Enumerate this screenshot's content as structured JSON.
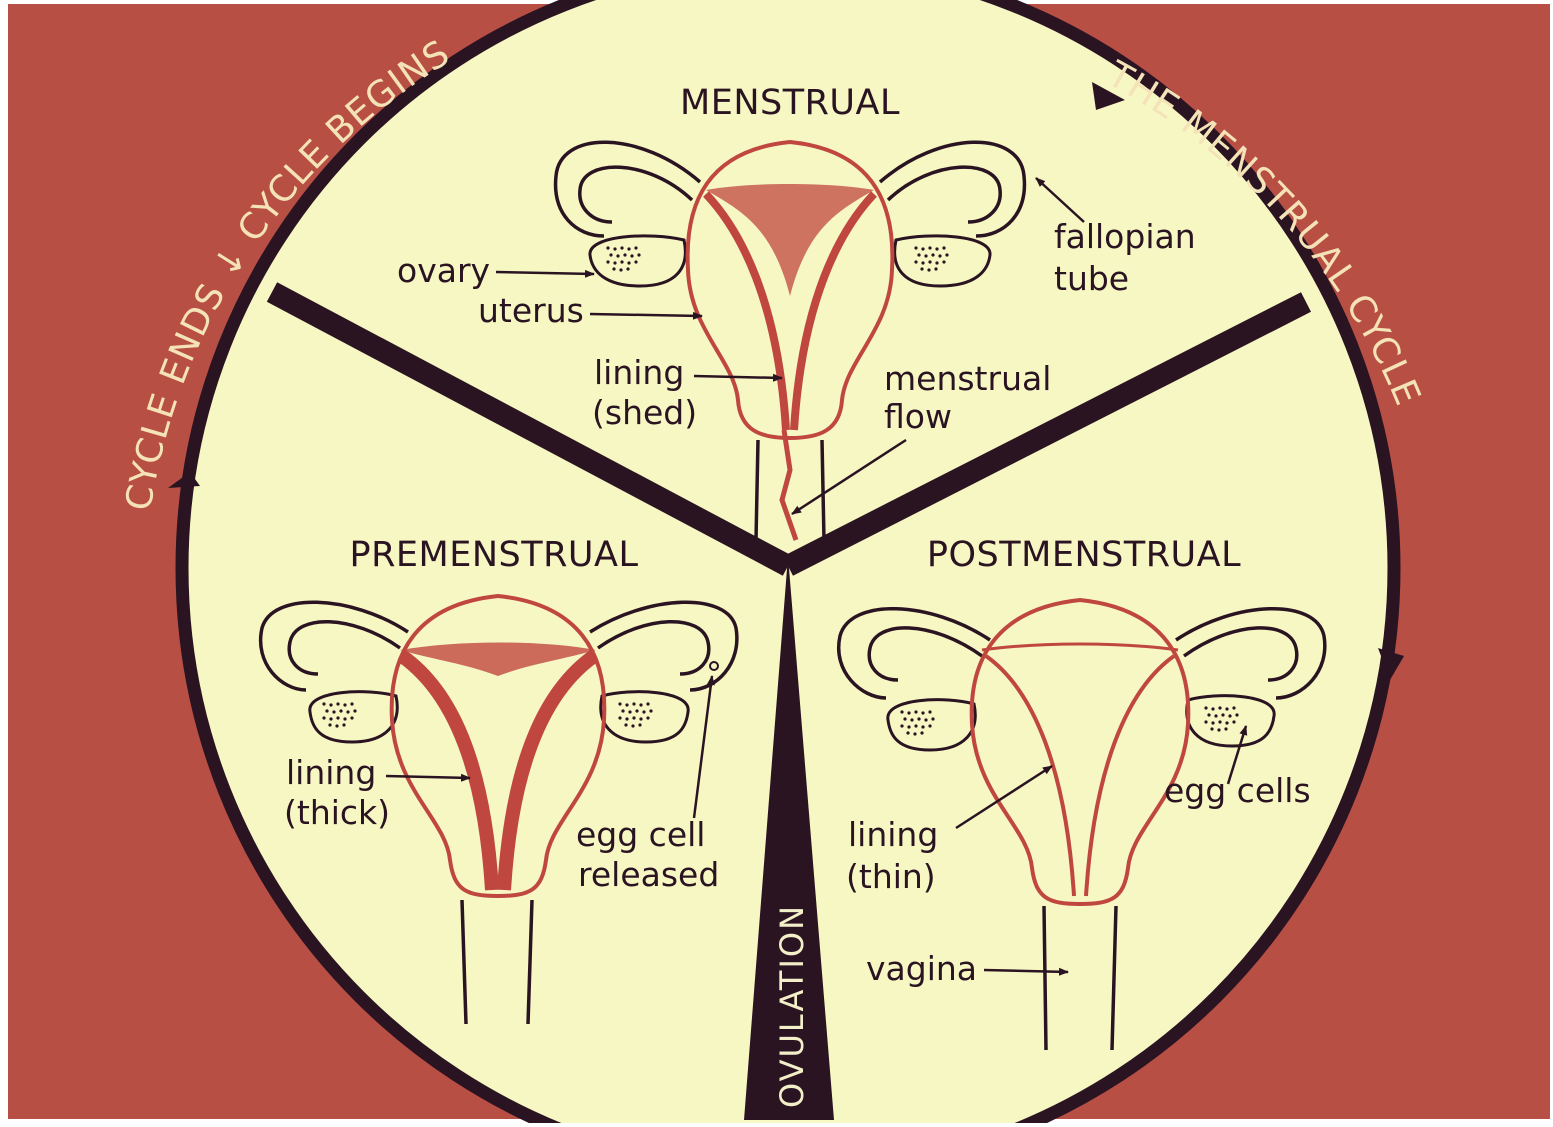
{
  "colors": {
    "background": "#b84f44",
    "disc": "#f7f7c4",
    "outline": "#2a1422",
    "tissue": "#c0473f",
    "arc_text": "#f5e3b8"
  },
  "title": "THE MENSTRUAL CYCLE",
  "cycle_marker": {
    "ends": "CYCLE ENDS",
    "begins": "CYCLE BEGINS"
  },
  "divider_label": "OVULATION",
  "sections": {
    "menstrual": {
      "title": "MENSTRUAL",
      "labels": {
        "ovary": "ovary",
        "uterus": "uterus",
        "lining_1": "lining",
        "lining_2": "(shed)",
        "fallopian_1": "fallopian",
        "fallopian_2": "tube",
        "flow_1": "menstrual",
        "flow_2": "flow"
      }
    },
    "premenstrual": {
      "title": "PREMENSTRUAL",
      "labels": {
        "lining_1": "lining",
        "lining_2": "(thick)",
        "egg_1": "egg cell",
        "egg_2": "released"
      }
    },
    "postmenstrual": {
      "title": "POSTMENSTRUAL",
      "labels": {
        "egg_cells": "egg cells",
        "lining_1": "lining",
        "lining_2": "(thin)",
        "vagina": "vagina"
      }
    }
  }
}
